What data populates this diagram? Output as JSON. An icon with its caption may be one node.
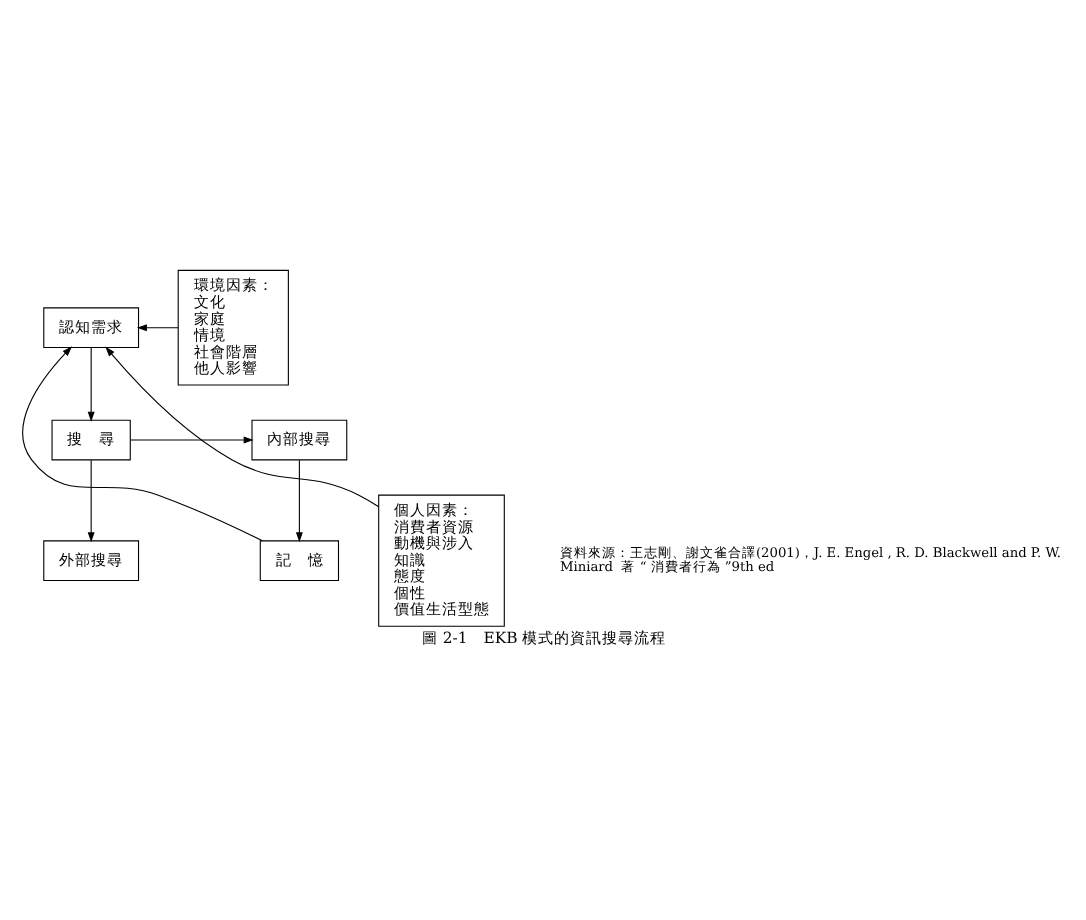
{
  "diagram": {
    "caption": "圖 2-1　EKB 模式的資訊搜尋流程",
    "nodes": [
      {
        "text": [
          "認知需求"
        ]
      },
      {
        "text": [
          "搜　尋"
        ]
      },
      {
        "text": [
          "內部搜尋"
        ]
      },
      {
        "text": [
          "記　憶"
        ]
      },
      {
        "text": [
          "外部搜尋"
        ]
      },
      {
        "text": [
          "環境因素：",
          "文化",
          "家庭",
          "情境",
          "社會階層",
          "他人影響"
        ]
      },
      {
        "text": [
          "個人因素：",
          "消費者資源",
          "動機與涉入",
          "知識",
          "態度",
          "個性",
          "價值生活型態"
        ]
      }
    ],
    "edges": [
      {
        "from": 0,
        "to": 1,
        "arrow": "to"
      },
      {
        "from": 1,
        "to": 2,
        "arrow": "to"
      },
      {
        "from": 2,
        "to": 3,
        "arrow": "to"
      },
      {
        "from": 1,
        "to": 4,
        "arrow": "to"
      },
      {
        "from": 3,
        "to": 0,
        "arrow": "to"
      },
      {
        "from": 5,
        "to": 0,
        "arrow": "to"
      },
      {
        "from": 6,
        "to": 0,
        "arrow": "to"
      }
    ],
    "labels": [
      "資料來源：王志剛、謝文雀合譯(2001)，J. E. Engel , R. D. Blackwell and P. W. Miniard  著 “ 消費者行為 ”9th ed"
    ]
  }
}
